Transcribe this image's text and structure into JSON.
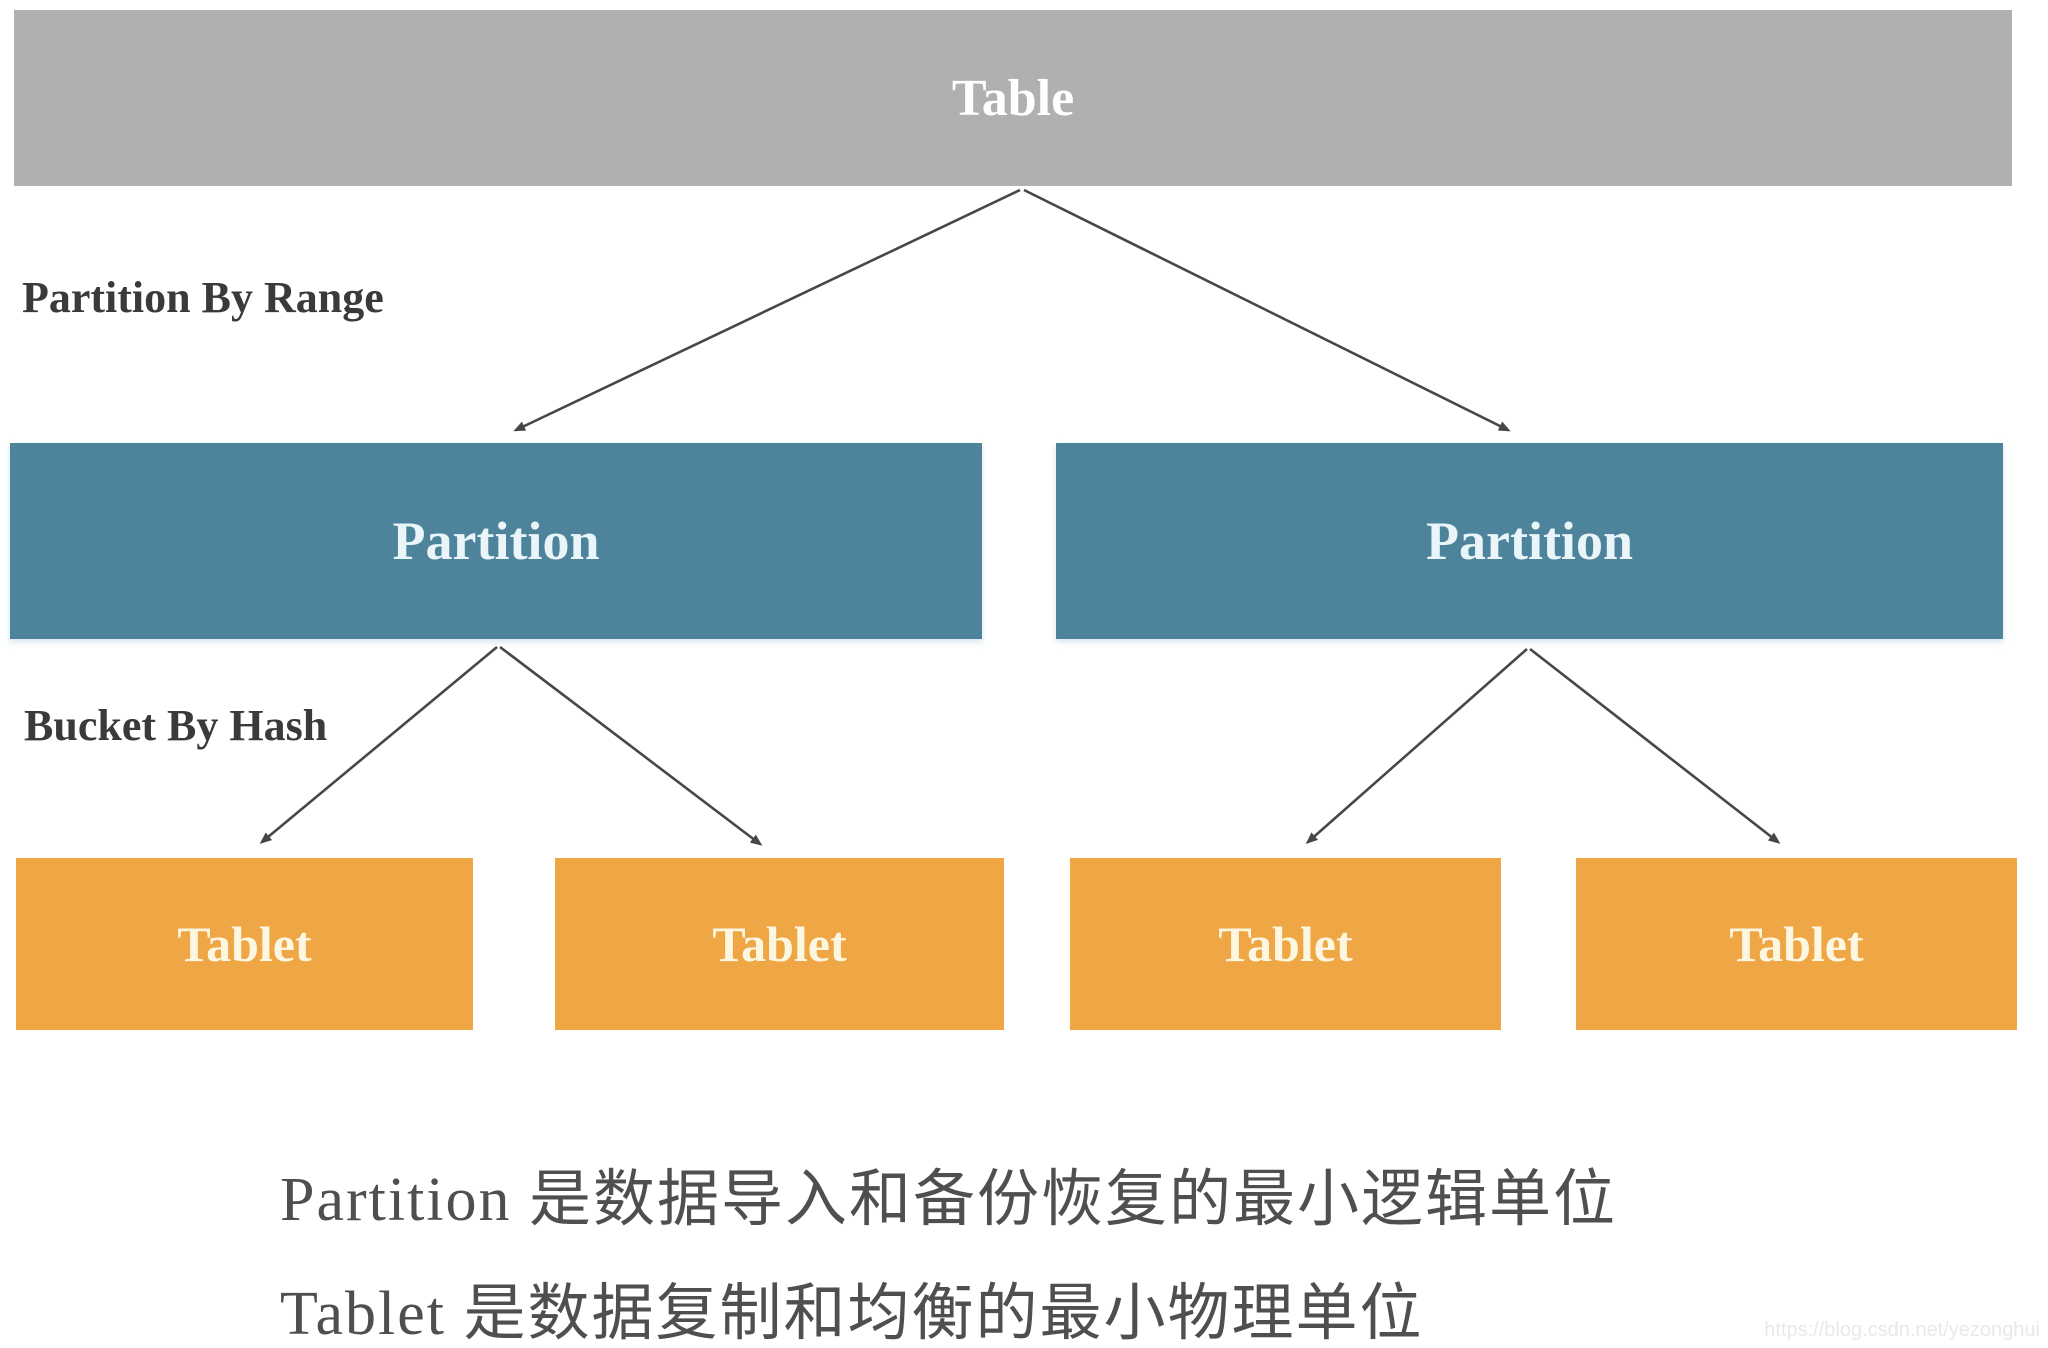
{
  "diagram": {
    "root": {
      "label": "Table"
    },
    "level_labels": {
      "partition_strategy": "Partition By Range",
      "bucket_strategy": "Bucket By Hash"
    },
    "partitions": [
      {
        "label": "Partition"
      },
      {
        "label": "Partition"
      }
    ],
    "tablets": [
      {
        "label": "Tablet"
      },
      {
        "label": "Tablet"
      },
      {
        "label": "Tablet"
      },
      {
        "label": "Tablet"
      }
    ],
    "captions": [
      "Partition 是数据导入和备份恢复的最小逻辑单位",
      "Tablet 是数据复制和均衡的最小物理单位"
    ],
    "watermark": "https://blog.csdn.net/yezonghui",
    "colors": {
      "table_box": "#b0b0ae",
      "partition_box": "#4d849c",
      "tablet_box": "#efa644",
      "arrow": "#474747",
      "label_text": "#3a3a3a",
      "caption_text": "#4f4f4f",
      "watermark_text": "#e9e9e9"
    }
  }
}
